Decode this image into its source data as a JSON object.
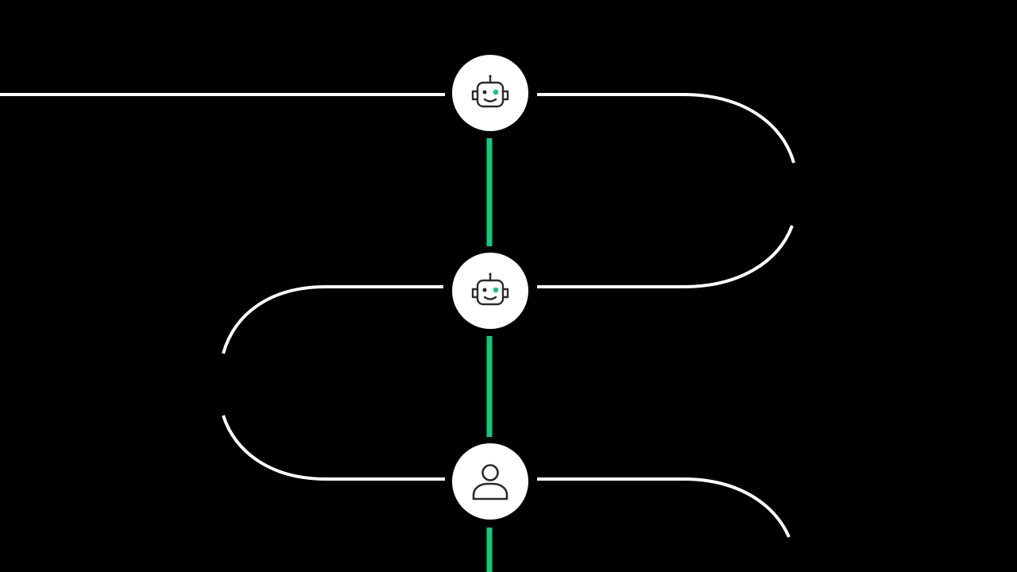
{
  "colors": {
    "background": "#000000",
    "line": "#ffffff",
    "connector": "#12c97c",
    "node_fill": "#ffffff",
    "icon_stroke": "#2b2b2b",
    "icon_accent": "#12c97c"
  },
  "nodes": [
    {
      "id": "node-1",
      "icon": "robot-icon"
    },
    {
      "id": "node-2",
      "icon": "robot-icon"
    },
    {
      "id": "node-3",
      "icon": "user-icon"
    }
  ]
}
